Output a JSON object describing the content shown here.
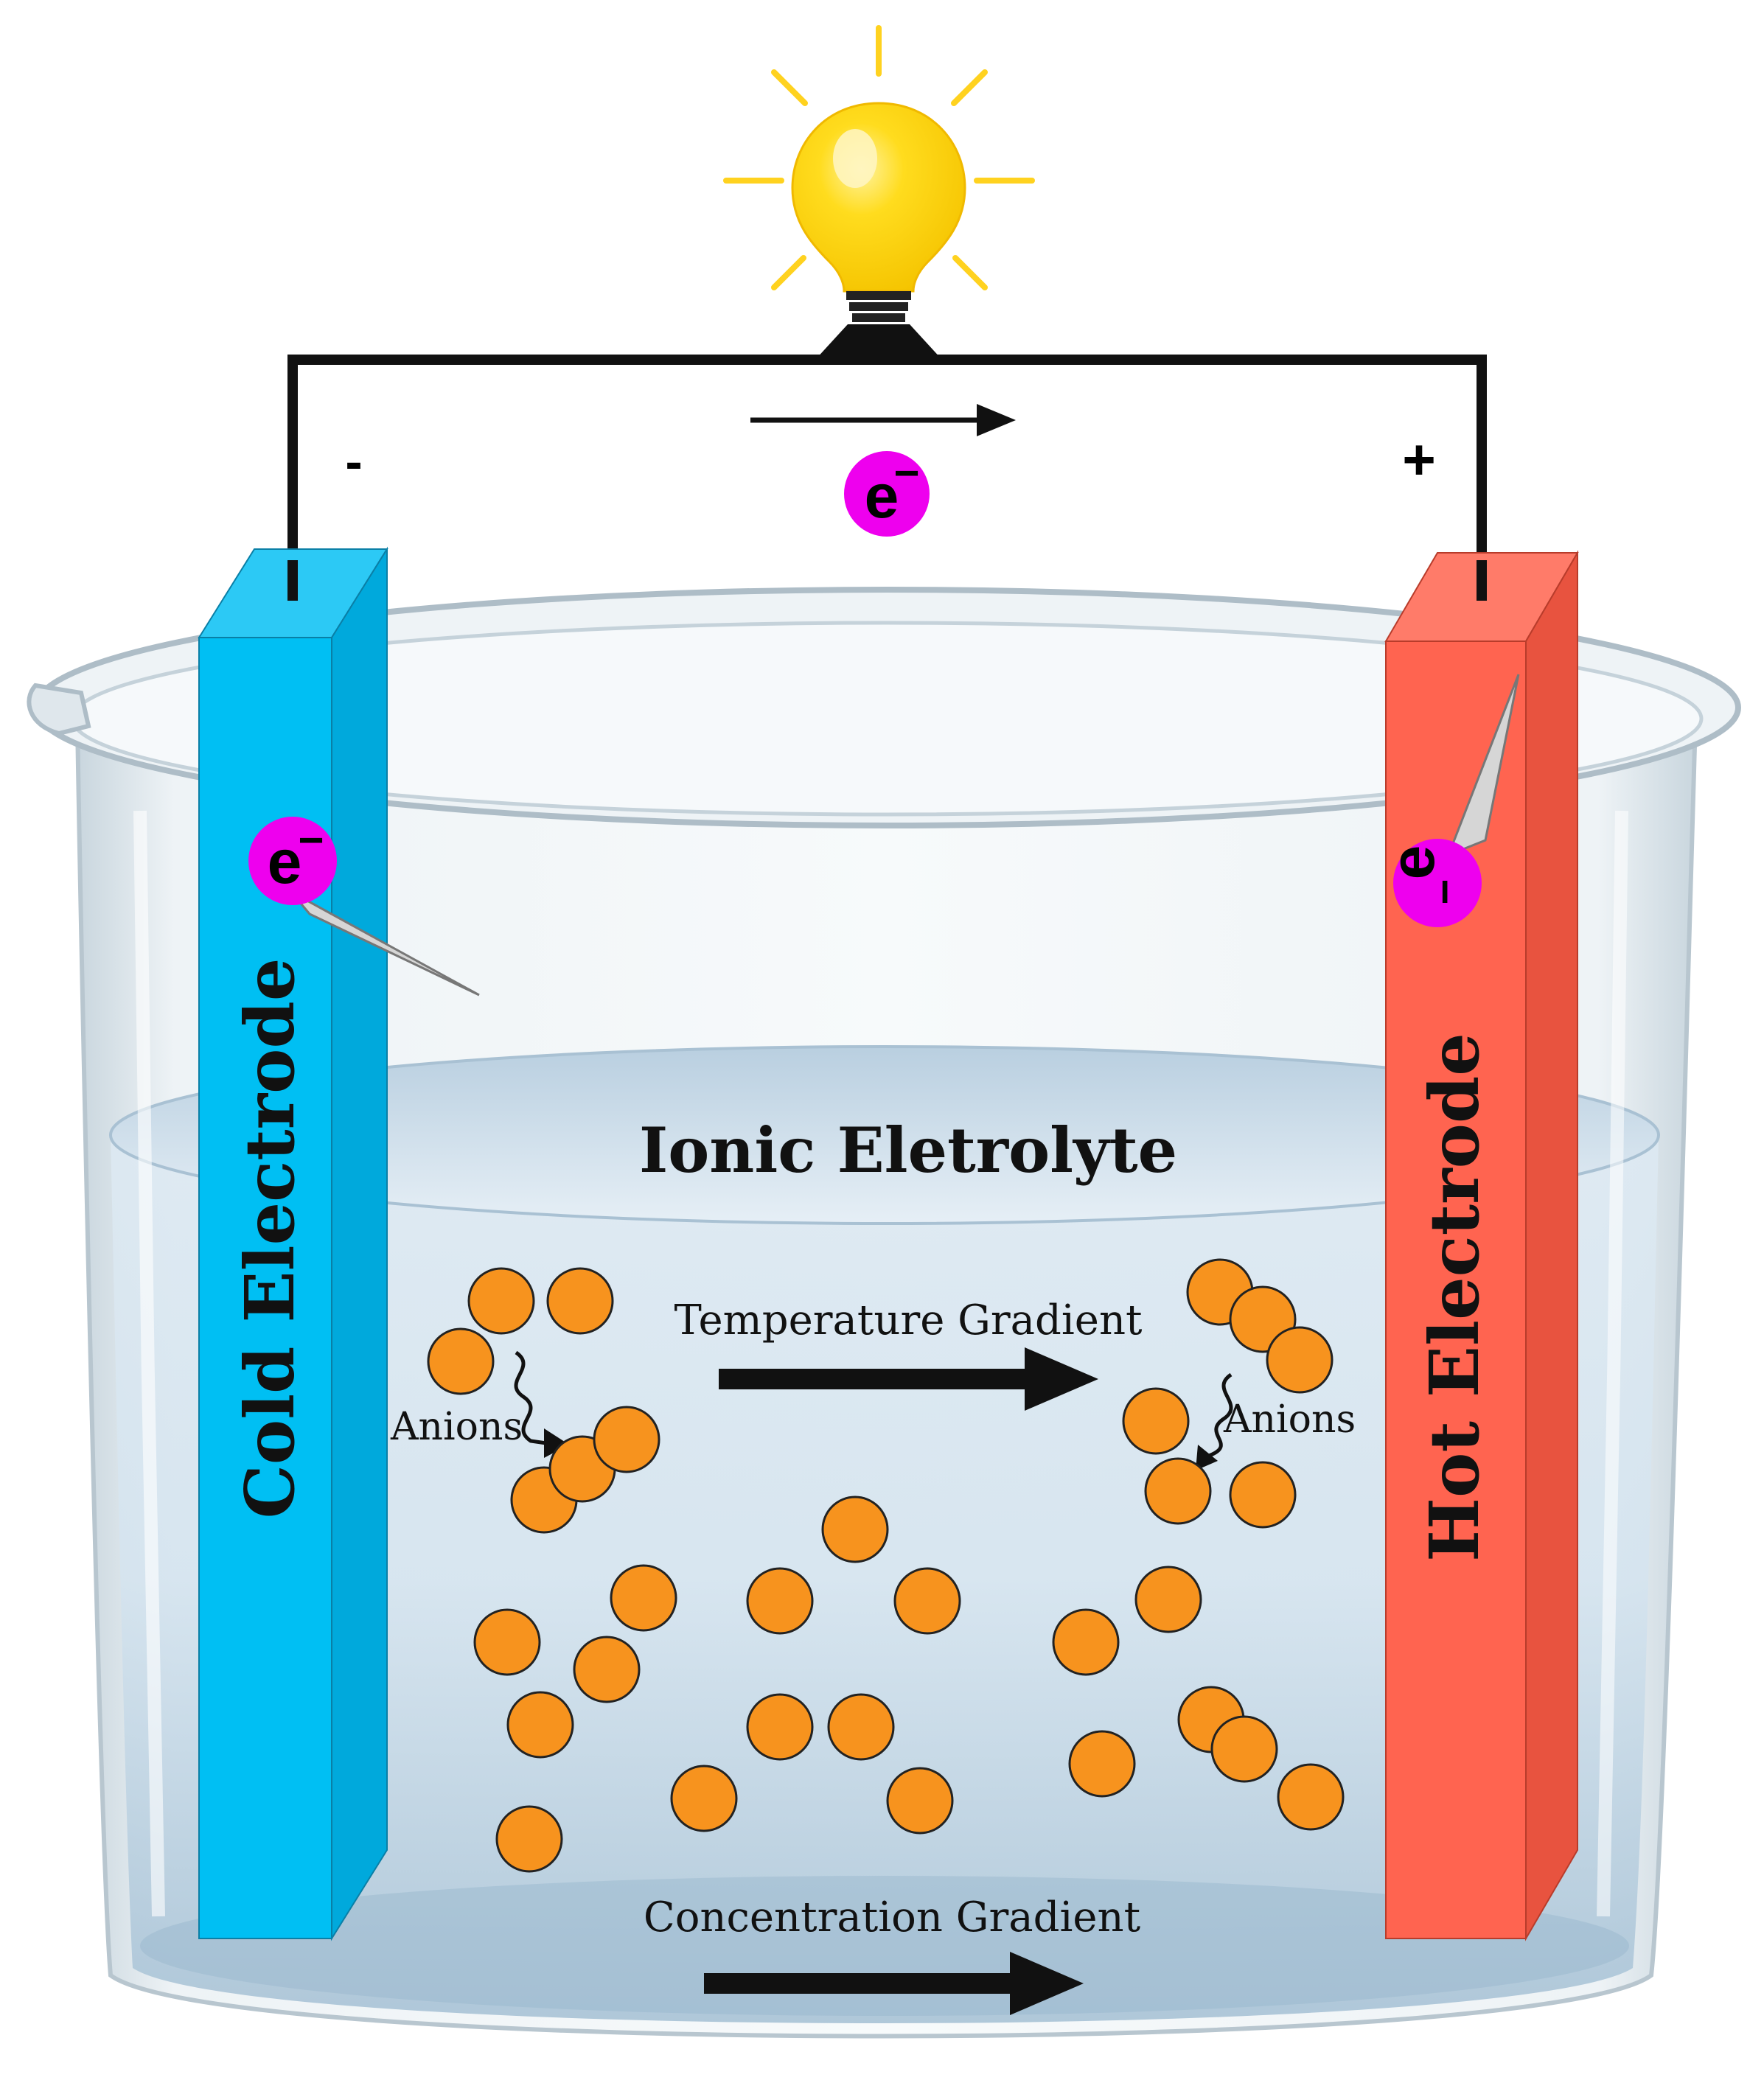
{
  "circuit": {
    "negative_terminal": "-",
    "positive_terminal": "+",
    "electron_symbol": "e",
    "electron_charge": "−"
  },
  "electrodes": {
    "cold_label": "Cold Electrode",
    "hot_label": "Hot Electrode"
  },
  "electrolyte": {
    "label": "Ionic Eletrolyte"
  },
  "gradients": {
    "temperature_label": "Temperature Gradient",
    "concentration_label": "Concentration Gradient"
  },
  "ions": {
    "left_label": "Anions",
    "right_label": "Anions"
  },
  "colors": {
    "cold_electrode": "#00BFF3",
    "hot_electrode": "#FF6450",
    "anion": "#F7931E",
    "electron": "#EE00EE",
    "bulb": "#FFD500",
    "wire": "#111111"
  }
}
